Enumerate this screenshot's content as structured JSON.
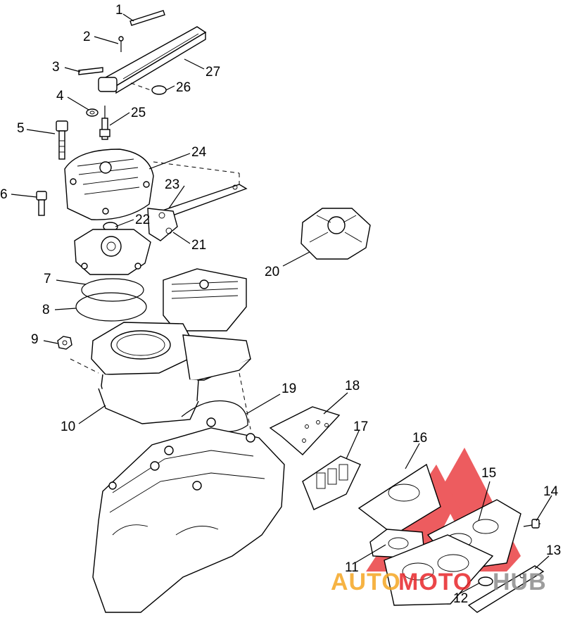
{
  "diagram": {
    "callouts": [
      {
        "id": "c1",
        "text": "1"
      },
      {
        "id": "c2",
        "text": "2"
      },
      {
        "id": "c3",
        "text": "3"
      },
      {
        "id": "c4",
        "text": "4"
      },
      {
        "id": "c5",
        "text": "5"
      },
      {
        "id": "c6",
        "text": "6"
      },
      {
        "id": "c7",
        "text": "7"
      },
      {
        "id": "c8",
        "text": "8"
      },
      {
        "id": "c9",
        "text": "9"
      },
      {
        "id": "c10",
        "text": "10"
      },
      {
        "id": "c11",
        "text": "11"
      },
      {
        "id": "c12",
        "text": "12"
      },
      {
        "id": "c13",
        "text": "13"
      },
      {
        "id": "c14",
        "text": "14"
      },
      {
        "id": "c15",
        "text": "15"
      },
      {
        "id": "c16",
        "text": "16"
      },
      {
        "id": "c17",
        "text": "17"
      },
      {
        "id": "c18",
        "text": "18"
      },
      {
        "id": "c19",
        "text": "19"
      },
      {
        "id": "c20",
        "text": "20"
      },
      {
        "id": "c21",
        "text": "21"
      },
      {
        "id": "c22",
        "text": "22"
      },
      {
        "id": "c23",
        "text": "23"
      },
      {
        "id": "c24",
        "text": "24"
      },
      {
        "id": "c25",
        "text": "25"
      },
      {
        "id": "c26",
        "text": "26"
      },
      {
        "id": "c27",
        "text": "27"
      }
    ]
  },
  "watermark": {
    "part1": "AUTO",
    "part2": "MOTO",
    "part3": "HUB",
    "color_orange": "#f5a623",
    "color_red": "#e8262a",
    "color_gray": "#8c8c8c"
  }
}
